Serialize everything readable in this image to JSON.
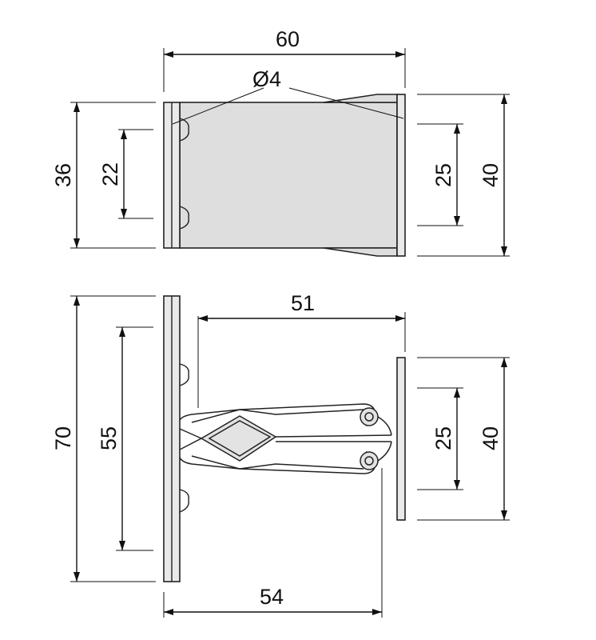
{
  "drawing": {
    "top_view": {
      "width": "60",
      "hole_diameter": "Ø4",
      "left_height": "36",
      "left_hole_spacing": "22",
      "right_hole_spacing": "25",
      "right_height": "40"
    },
    "side_view": {
      "spring_length": "51",
      "left_height": "70",
      "left_hole_spacing": "55",
      "right_hole_spacing": "25",
      "right_height": "40",
      "overall_length": "54"
    }
  }
}
